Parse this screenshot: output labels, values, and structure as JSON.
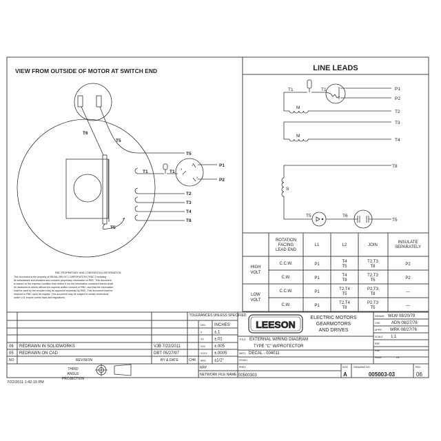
{
  "view_title": "VIEW FROM OUTSIDE OF MOTOR AT SWITCH END",
  "line_leads_title": "LINE LEADS",
  "left_diagram": {
    "leads": {
      "t6": "T6",
      "t5_upper": "T5",
      "t5_right": "T5",
      "t1": "T1",
      "t1_protector": "T1",
      "t2": "T2",
      "t3": "T3",
      "t4": "T4",
      "t8": "T8",
      "t5_lower": "T5",
      "p1": "P1",
      "p2": "P2",
      "pin1": "1",
      "pin2": "2",
      "pin3": "3"
    }
  },
  "right_diagram": {
    "labels": {
      "t1a": "T1",
      "t1b": "T1",
      "p1": "P1",
      "p2": "P2",
      "m1": "M",
      "t2": "T2",
      "t3": "T3",
      "m2": "M",
      "t4": "T4",
      "t8": "T8",
      "s": "S",
      "t5a": "T5",
      "t6": "T6",
      "t5b": "T5"
    }
  },
  "connection_table": {
    "headers": [
      "",
      "ROTATION FACING LEAD END",
      "L1",
      "L2",
      "JOIN",
      "INSULATE SEPARATELY"
    ],
    "groups": [
      {
        "label": "HIGH VOLT",
        "rows": [
          {
            "rotation": "C.C.W.",
            "l1": "P1",
            "l2": [
              "T4",
              "T5"
            ],
            "join": [
              "T2,T3",
              "T8"
            ],
            "insulate": "P2"
          },
          {
            "rotation": "C.W.",
            "l1": "P1",
            "l2": [
              "T4",
              "T8"
            ],
            "join": [
              "T2,T3",
              "T5"
            ],
            "insulate": "P2"
          }
        ]
      },
      {
        "label": "LOW VOLT",
        "rows": [
          {
            "rotation": "C.C.W.",
            "l1": "P1",
            "l2": [
              "T2,T4",
              "T5"
            ],
            "join": [
              "P2,T3",
              "T8"
            ],
            "insulate": "---"
          },
          {
            "rotation": "C.W.",
            "l1": "P1",
            "l2": [
              "T2,T4",
              "T8"
            ],
            "join": [
              "P2,T3",
              "T5"
            ],
            "insulate": "---"
          }
        ]
      }
    ]
  },
  "proprietary_notice": {
    "title": "RBC PROPRIETARY AND CONFIDENTIAL INFORMATION",
    "lines": [
      "This document is the property of REGAL BELOIT CORPORATION (\"RBC\") including",
      "its subsidiaries and divisions and contains proprietary information of RBC. This document",
      "is loaned on the express condition that neither it nor the information contained therein shall",
      "be disclosed to others without the express written consent of RBC, and that the information",
      "shall be used by the recipient only as approved expressly by RBC. This document shall be",
      "returned to RBC upon its request. This document may be subject to certain restrictions",
      "under U.S. export control laws and regulations."
    ]
  },
  "revisions": {
    "rows": [
      {
        "no": "06",
        "revision": "REDRAWN IN SOLIDWORKS",
        "by_date": "VJB  7/22/2011"
      },
      {
        "no": "05",
        "revision": "REDRAWN ON CAD",
        "by_date": "DBT  05/27/97"
      }
    ],
    "headers": {
      "no": "NO",
      "revision": "REVISION",
      "by_date": "BY & DATE",
      "chk": "CHK"
    },
    "projection": "THIRD ANGLE PROJECTION"
  },
  "tolerances": {
    "title": "TOLERANCES UNLESS SPECIFIED",
    "rows": [
      [
        "DEC",
        "INCHES"
      ],
      [
        "X",
        "±.1"
      ],
      [
        "XX",
        "±.01"
      ],
      [
        "XXX",
        "±.005"
      ],
      [
        "XXXX",
        "±.0005"
      ],
      [
        "ANG",
        "±1/2°"
      ]
    ]
  },
  "title_block": {
    "logo": "LEESON",
    "company": [
      "ELECTRIC MOTORS",
      "GEARMOTORS",
      "AND DRIVES"
    ],
    "title_label": "TITLE",
    "title": [
      "EXTERNAL WIRING DIAGRAM",
      "TYPE \"C\" W/PROTECTOR"
    ],
    "matl_label": "MAT'L",
    "matl": "DECAL - 004011",
    "finish_label": "FINISH",
    "prev_label": "PREV",
    "rfp_label": "RFP",
    "network_label": "NETWORK FILE NAME",
    "network_file": "00500303",
    "drawn": [
      "DRAWN",
      "WLW  08/20/79"
    ],
    "chk": [
      "CHK",
      "ADN  08/27/76"
    ],
    "appr": [
      "APPR",
      "WRK  08/27/76"
    ],
    "scale": [
      "SCALE",
      "1:1"
    ],
    "ref": "REF",
    "fmf": "FMF",
    "page": "PAGE",
    "of": "OF",
    "size_label": "SIZE",
    "size": "A",
    "drawing_no_label": "DRAWING NO",
    "drawing_no": "005003-03",
    "rev_label": "REV",
    "rev": "06"
  },
  "timestamp": "7/22/2011 1:42:19 PM"
}
